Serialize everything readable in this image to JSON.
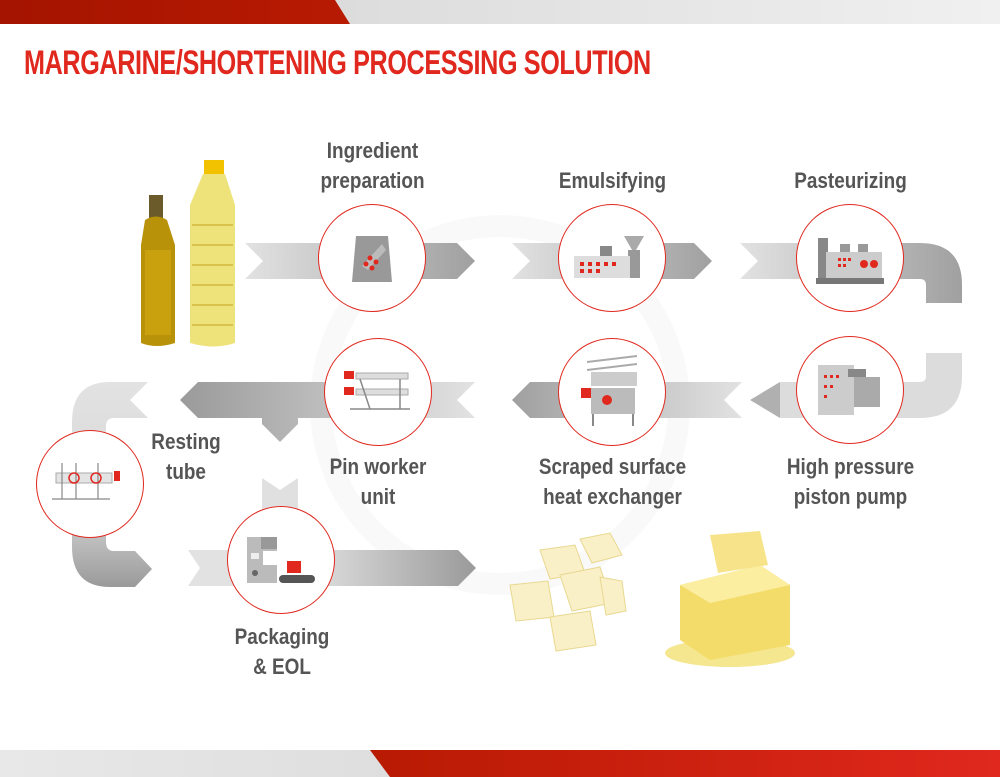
{
  "title": "MARGARINE/SHORTENING PROCESSING SOLUTION",
  "steps": {
    "ingredient": {
      "line1": "Ingredient",
      "line2": "preparation",
      "icon": "ingredient-bag-icon"
    },
    "emulsifying": {
      "line1": "Emulsifying",
      "icon": "emulsifier-machine-icon"
    },
    "pasteurizing": {
      "line1": "Pasteurizing",
      "icon": "pasteurizer-icon"
    },
    "pump": {
      "line1": "High pressure",
      "line2": "piston pump",
      "icon": "piston-pump-icon"
    },
    "sshe": {
      "line1": "Scraped surface",
      "line2": "heat exchanger",
      "icon": "heat-exchanger-icon"
    },
    "pin": {
      "line1": "Pin worker",
      "line2": "unit",
      "icon": "pin-worker-icon"
    },
    "resting": {
      "line1": "Resting",
      "line2": "tube",
      "icon": "resting-tube-icon"
    },
    "packaging": {
      "line1": "Packaging",
      "line2": "& EOL",
      "icon": "packaging-line-icon"
    }
  },
  "colors": {
    "accent": "#e0281e",
    "text": "#555555",
    "arrow": "#9a9a9a"
  }
}
